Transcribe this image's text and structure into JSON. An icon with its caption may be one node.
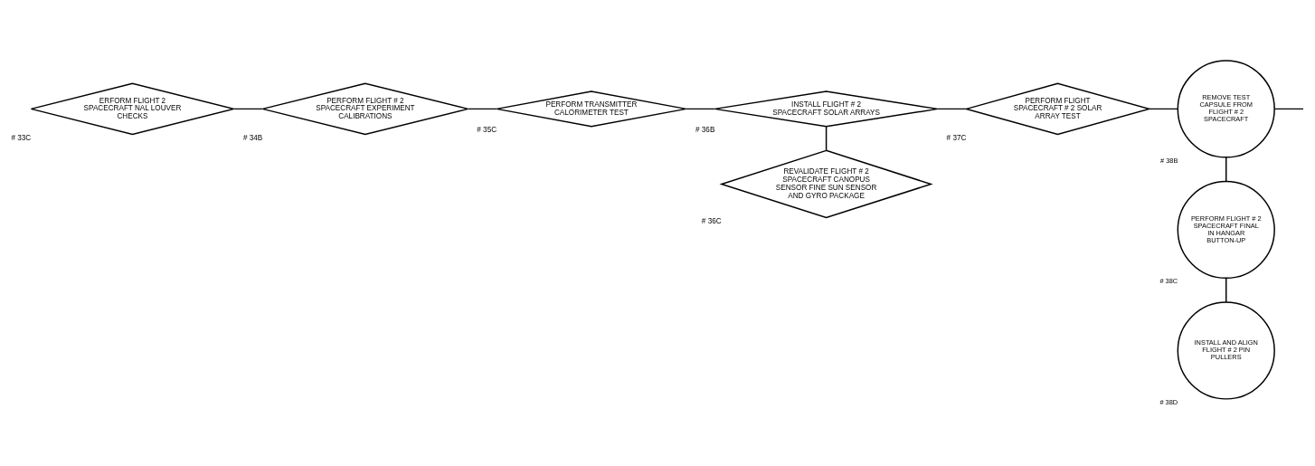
{
  "diagram": {
    "nodes": [
      {
        "text": [
          "ERFORM FLIGHT 2 SPACECRAFT NAL LOUVER CHECKS"
        ],
        "beside": [
          "# 33C"
        ]
      },
      {
        "text": [
          "PERFORM FLIGHT # 2 SPACECRAFT EXPERIMENT CALIBRATIONS"
        ],
        "beside": [
          "# 34B"
        ]
      },
      {
        "text": [
          "PERFORM TRANSMITTER CALORIMETER TEST"
        ],
        "beside": [
          "# 35C"
        ]
      },
      {
        "text": [
          "INSTALL FLIGHT # 2 SPACECRAFT SOLAR ARRAYS"
        ],
        "beside": [
          "# 36B"
        ]
      },
      {
        "text": [
          "REVALIDATE FLIGHT # 2 SPACECRAFT CANOPUS SENSOR FINE SUN SENSOR AND GYRO PACKAGE"
        ],
        "beside": [
          "# 36C"
        ]
      },
      {
        "text": [
          "PERFORM FLIGHT SPACECRAFT # 2 SOLAR ARRAY TEST"
        ],
        "beside": [
          "# 37C"
        ]
      },
      {
        "text": [
          "REMOVE TEST CAPSULE FROM FLIGHT # 2 SPACECRAFT"
        ],
        "beside": [
          "# 38B"
        ]
      },
      {
        "text": [
          "PERFORM FLIGHT # 2 SPACECRAFT FINAL IN HANGAR BUTTON-UP"
        ],
        "beside": [
          "# 38C"
        ]
      },
      {
        "text": [
          "INSTALL AND ALIGN FLIGHT # 2 PIN PULLERS"
        ],
        "beside": [
          "# 38D"
        ]
      }
    ],
    "edges": [
      {
        "from": 0,
        "to": 1,
        "arrow": "none"
      },
      {
        "from": 1,
        "to": 2,
        "arrow": "none"
      },
      {
        "from": 2,
        "to": 3,
        "arrow": "none"
      },
      {
        "from": 3,
        "to": 4,
        "arrow": "none"
      },
      {
        "from": 3,
        "to": 5,
        "arrow": "none"
      },
      {
        "from": 5,
        "to": 6,
        "arrow": "none"
      },
      {
        "from": 6,
        "to": 7,
        "arrow": "none"
      },
      {
        "from": 7,
        "to": 8,
        "arrow": "none"
      },
      {
        "from": 6,
        "to": null,
        "arrow": "none"
      }
    ]
  }
}
